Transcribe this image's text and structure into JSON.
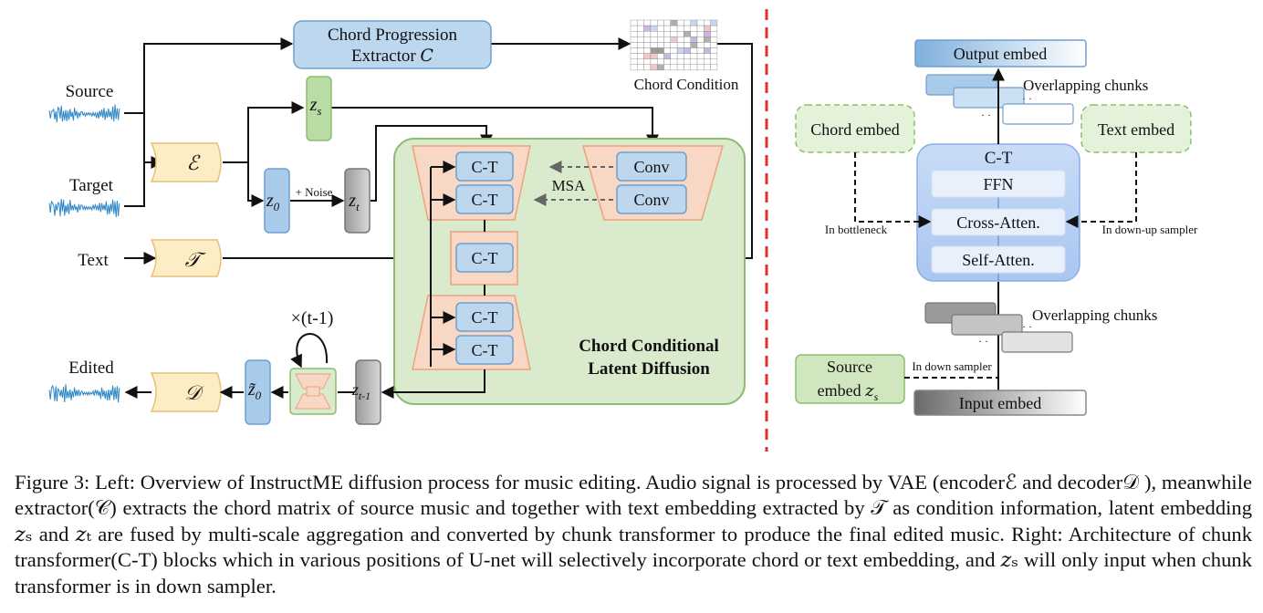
{
  "figure": {
    "left": {
      "source_label": "Source",
      "target_label": "Target",
      "text_label": "Text",
      "edited_label": "Edited",
      "extractor_line1": "Chord Progression",
      "extractor_line2": "Extractor 𝐶",
      "chord_condition_label": "Chord Condition",
      "encoder_symbol": "ℰ",
      "text_encoder_symbol": "𝒯",
      "decoder_symbol": "𝒟",
      "zs_label": "z",
      "zs_sub": "s",
      "z0_label": "z",
      "z0_sub": "0",
      "zt_label": "z",
      "zt_sub": "t",
      "zt1_label": "z",
      "zt1_sub": "t-1",
      "z0tilde_label": "z̃",
      "z0tilde_sub": "0",
      "noise_label": "+ Noise",
      "loop_label": "×(t-1)",
      "ct_label": "C-T",
      "conv_label": "Conv",
      "msa_label": "MSA",
      "diffusion_title_line1": "Chord Conditional",
      "diffusion_title_line2": "Latent Diffusion"
    },
    "right": {
      "output_embed": "Output embed",
      "input_embed": "Input embed",
      "overlapping_top": "Overlapping chunks",
      "overlapping_bottom": "Overlapping chunks",
      "chord_embed": "Chord embed",
      "text_embed": "Text embed",
      "ct_title": "C-T",
      "ffn": "FFN",
      "cross_atten": "Cross-Atten.",
      "self_atten": "Self-Atten.",
      "in_bottleneck": "In bottleneck",
      "in_down_up": "In down-up sampler",
      "in_down": "In down sampler",
      "source_embed_line1": "Source",
      "source_embed_line2": "embed 𝑧",
      "source_embed_sub": "s"
    },
    "colors": {
      "blue_box": "#bcd7ee",
      "blue_border": "#6f9fcf",
      "green_panel": "#d9ebcc",
      "green_border": "#8cbd6e",
      "orange_trap": "#f8d8c4",
      "orange_border": "#eba27c",
      "yellow_enc": "#fdedc5",
      "divider_red": "#e0302a"
    }
  },
  "caption": {
    "p1": "Figure 3: Left: Overview of InstructME diffusion process for music editing. Audio signal is processed by VAE (encoderℰ and decoder𝒟 ), meanwhile extractor(𝒞) extracts the chord matrix of source music and together with text embedding extracted by 𝒯 as condition information, latent embedding 𝑧ₛ and 𝑧ₜ are fused by multi-scale aggregation and converted by chunk transformer to produce the final edited music. Right: Architecture of chunk transformer(C-T) blocks which in various positions of U-net will selectively incorporate chord or text embedding, and 𝑧ₛ will only input when chunk transformer is in down sampler."
  }
}
